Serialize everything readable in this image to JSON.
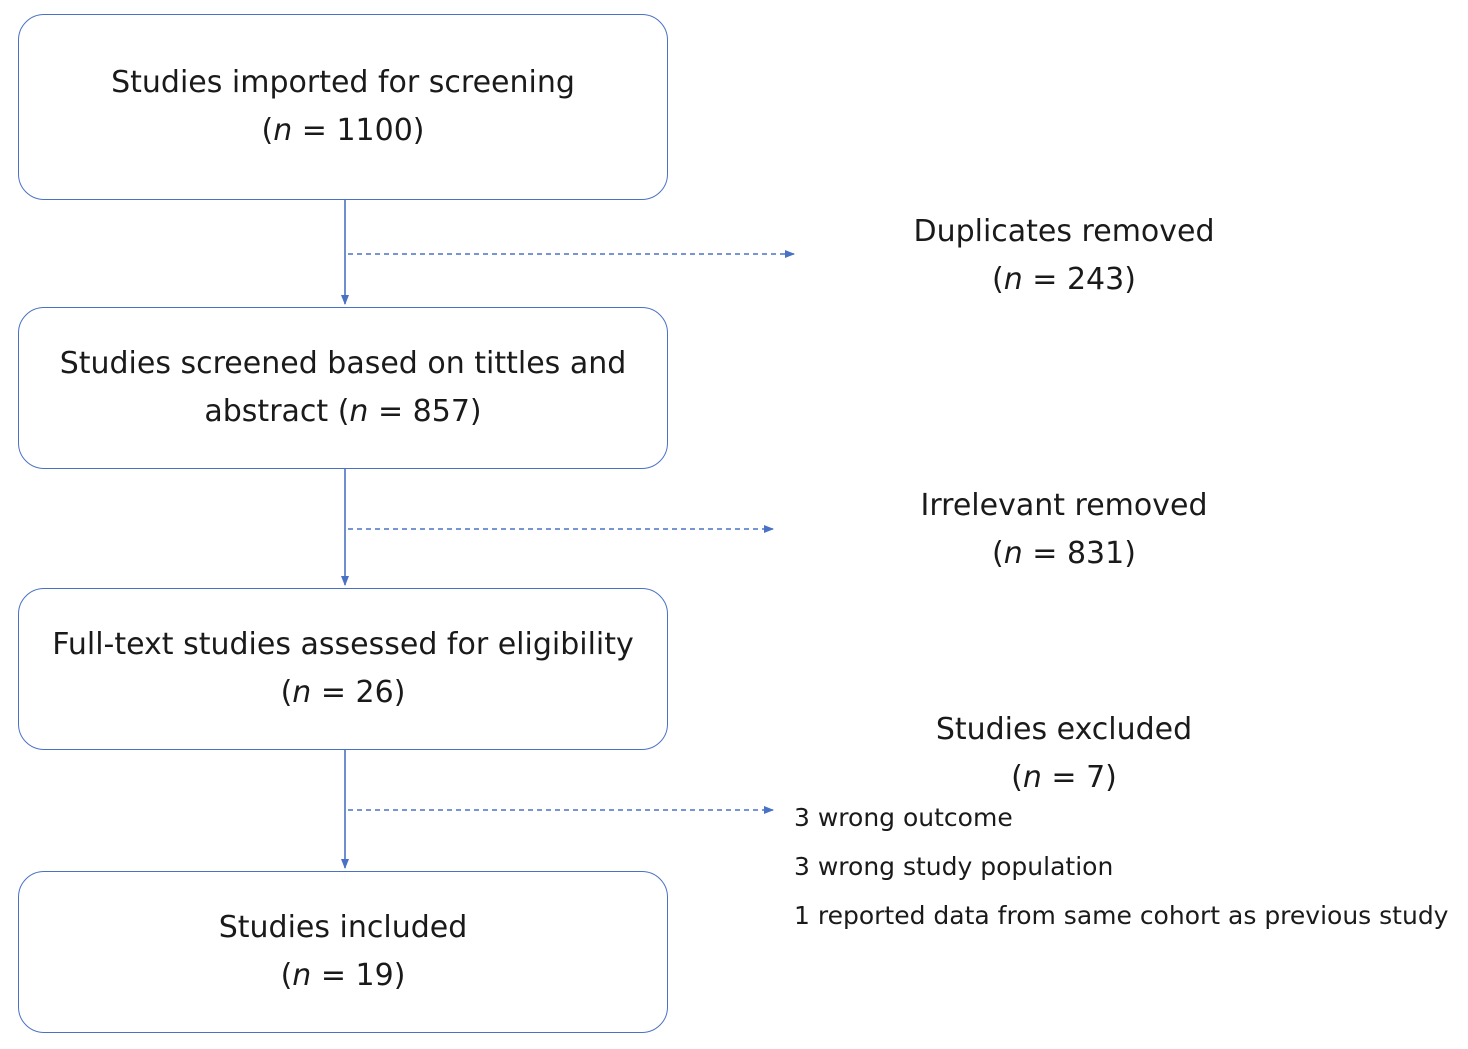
{
  "boxes": [
    {
      "line1": "Studies imported for screening",
      "line2_prefix": "(",
      "n_symbol": "n",
      "line2_suffix": " = 1100)"
    },
    {
      "line1": "Studies screened based on tittles and",
      "line2_prefix": "abstract (",
      "n_symbol": "n",
      "line2_suffix": " = 857)"
    },
    {
      "line1": "Full-text studies assessed for eligibility",
      "line2_prefix": "(",
      "n_symbol": "n",
      "line2_suffix": " = 26)"
    },
    {
      "line1": "Studies included",
      "line2_prefix": "(",
      "n_symbol": "n",
      "line2_suffix": " = 19)"
    }
  ],
  "removed": [
    {
      "line1": "Duplicates removed",
      "line2_prefix": "(",
      "n_symbol": "n",
      "line2_suffix": " = 243)"
    },
    {
      "line1": "Irrelevant removed",
      "line2_prefix": "(",
      "n_symbol": "n",
      "line2_suffix": " = 831)"
    },
    {
      "line1": "Studies excluded",
      "line2_prefix": "(",
      "n_symbol": "n",
      "line2_suffix": " = 7)"
    }
  ],
  "exclusion_reasons": [
    "3 wrong outcome",
    "3 wrong study population",
    "1 reported data from same cohort as previous study"
  ],
  "colors": {
    "box_border": "#4a72c4",
    "arrow": "#4a72c4",
    "text": "#1a1a1a"
  }
}
